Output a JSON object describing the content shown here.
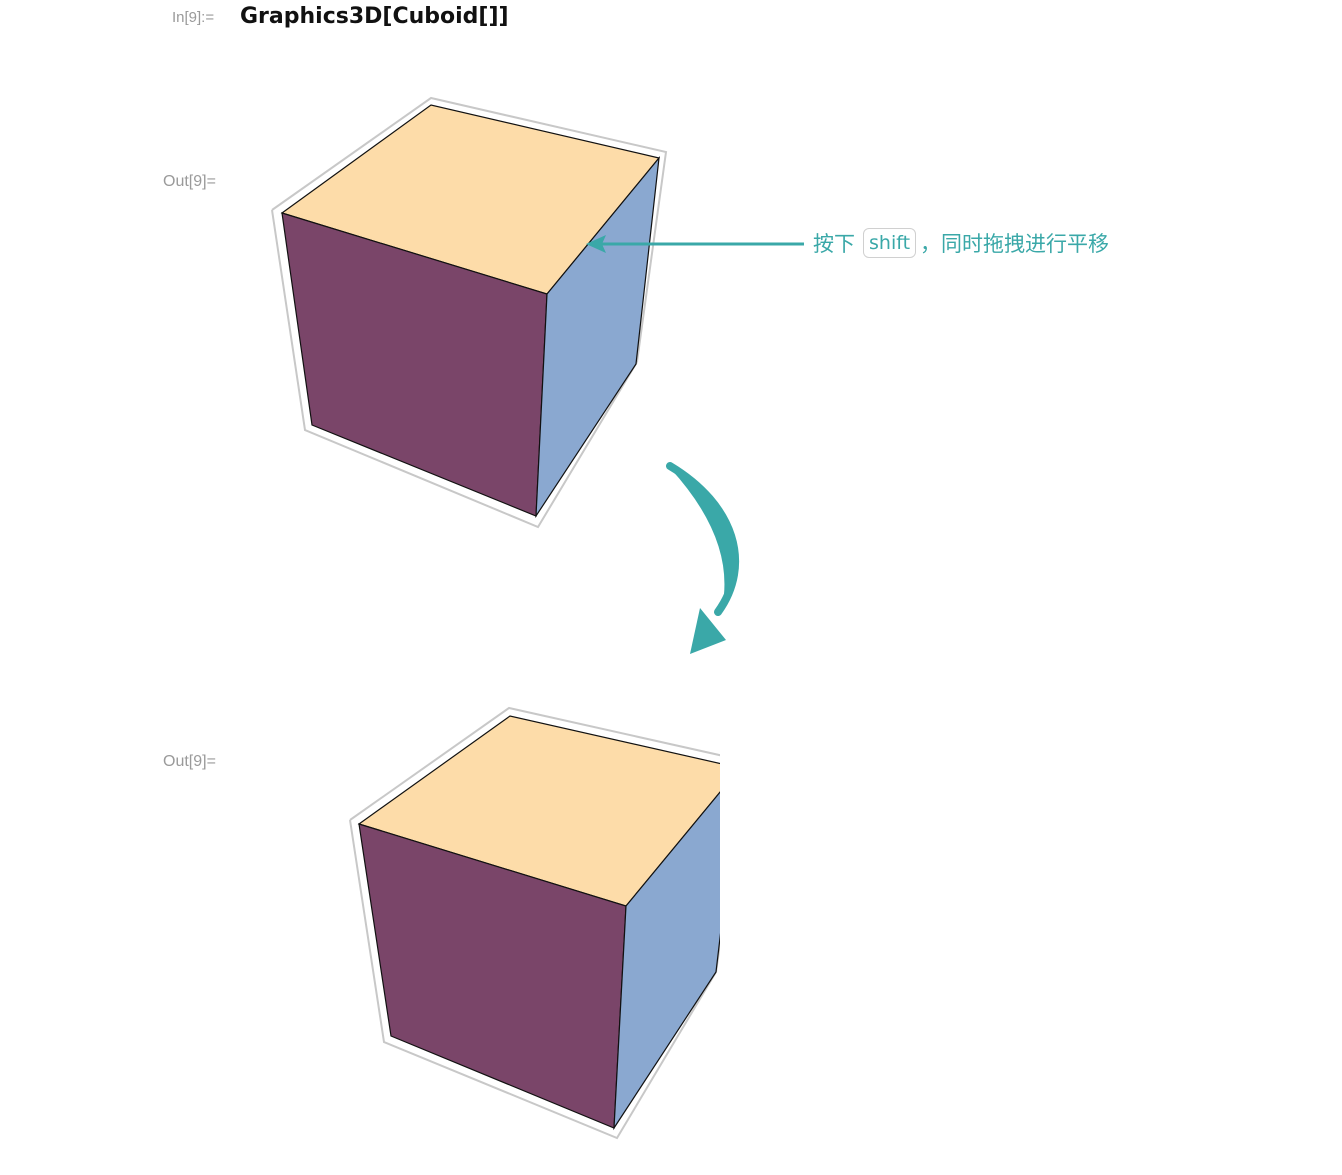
{
  "notebook": {
    "input_label": "In[9]:=",
    "input_code": "Graphics3D[Cuboid[]]",
    "output_label_1": "Out[9]=",
    "output_label_2": "Out[9]="
  },
  "annotation": {
    "prefix": "按下",
    "key": "shift",
    "suffix": "，同时拖拽进行平移"
  },
  "colors": {
    "top_face": "#fddca9",
    "front_face": "#7a4569",
    "side_face": "#8aa8d0",
    "box_outline": "#c8c8c8",
    "accent": "#3aa8a8"
  },
  "icons": {
    "pointer_arrow": "straight-arrow-left-icon",
    "transition_arrow": "curved-arrow-down-icon"
  }
}
